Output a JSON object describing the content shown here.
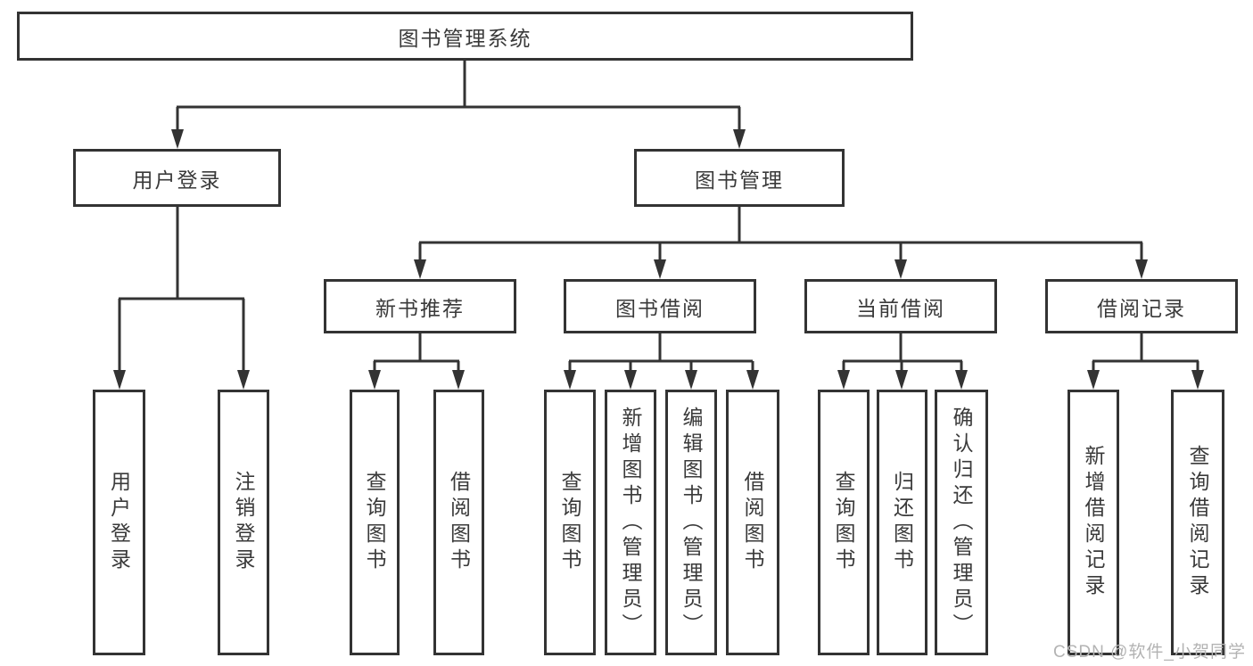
{
  "diagram": {
    "title": "图书管理系统",
    "branches": [
      {
        "label": "用户登录",
        "children": [
          "用户登录",
          "注销登录"
        ]
      },
      {
        "label": "图书管理",
        "children": [
          {
            "label": "新书推荐",
            "children": [
              "查询图书",
              "借阅图书"
            ]
          },
          {
            "label": "图书借阅",
            "children": [
              "查询图书",
              "新增图书（管理员）",
              "编辑图书（管理员）",
              "借阅图书"
            ]
          },
          {
            "label": "当前借阅",
            "children": [
              "查询图书",
              "归还图书",
              "确认归还（管理员）"
            ]
          },
          {
            "label": "借阅记录",
            "children": [
              "新增借阅记录",
              "查询借阅记录"
            ]
          }
        ]
      }
    ]
  },
  "watermark": "CSDN @软件_小贺同学",
  "colors": {
    "line": "#333333",
    "border": "#333333",
    "box_bg": "#ffffff",
    "text": "#3a3a3a",
    "watermark": "#b3b3b3",
    "background": "#ffffff"
  }
}
